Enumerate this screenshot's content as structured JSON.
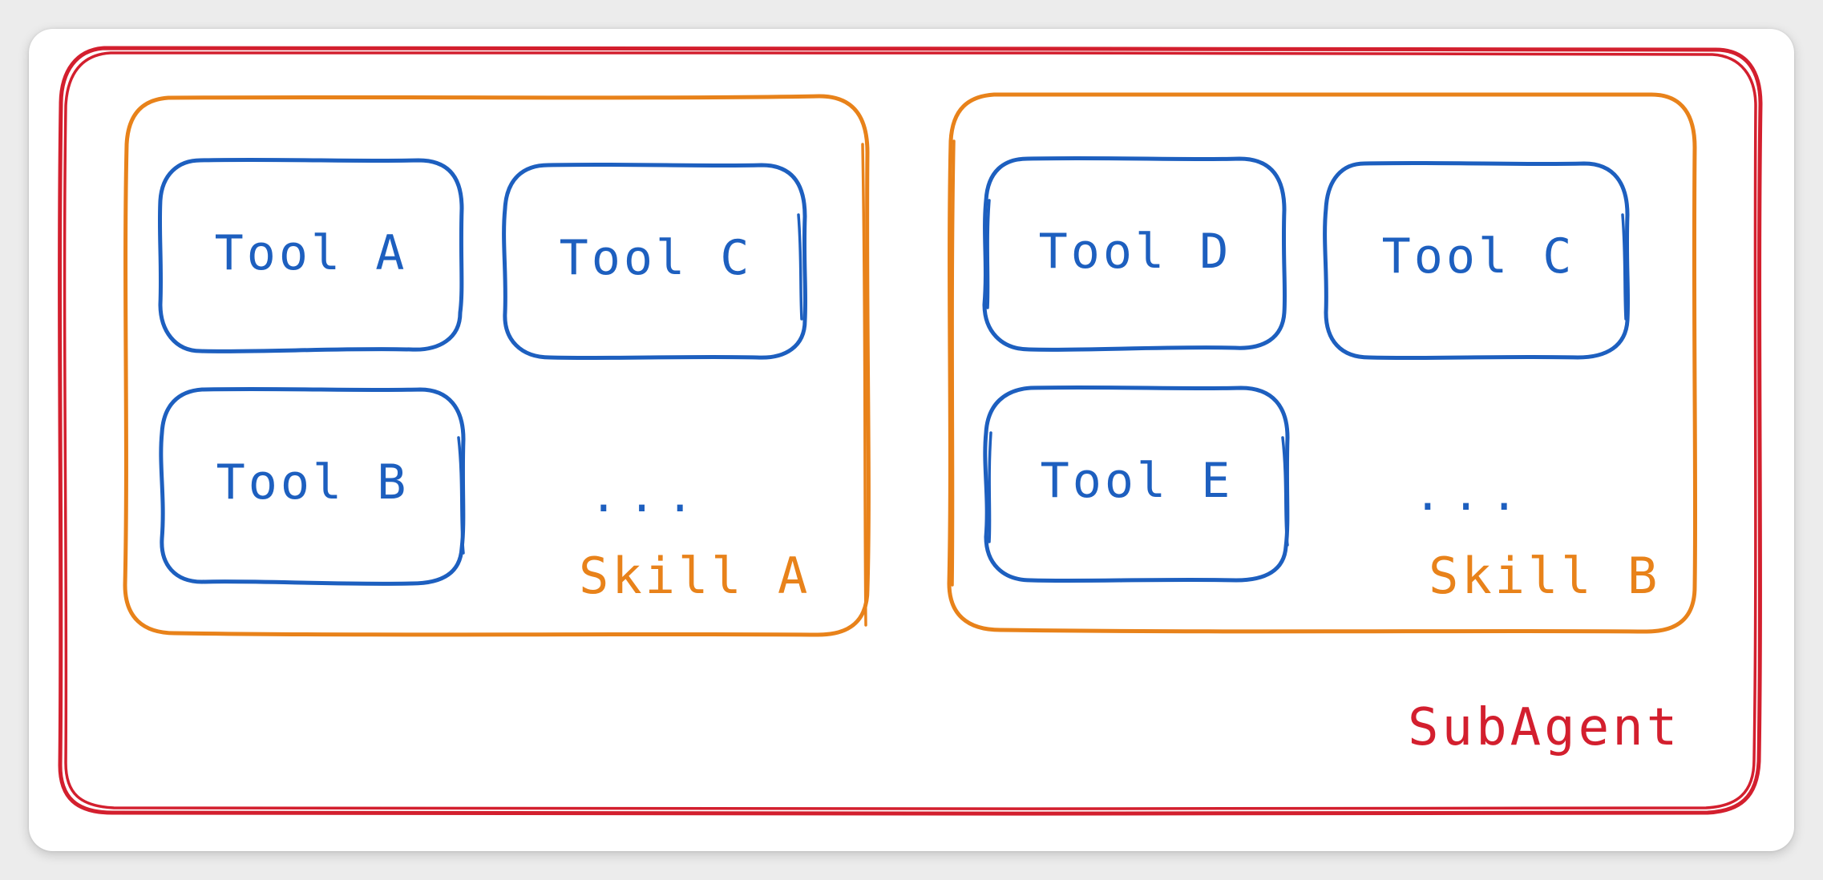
{
  "subagent": {
    "label": "SubAgent",
    "color": "#d31f2e"
  },
  "skills": [
    {
      "label": "Skill A",
      "color": "#e8821a",
      "tools": [
        "Tool A",
        "Tool C",
        "Tool B"
      ],
      "more": "..."
    },
    {
      "label": "Skill B",
      "color": "#e8821a",
      "tools": [
        "Tool D",
        "Tool C",
        "Tool E"
      ],
      "more": "..."
    }
  ],
  "tool_color": "#1d5fbf"
}
